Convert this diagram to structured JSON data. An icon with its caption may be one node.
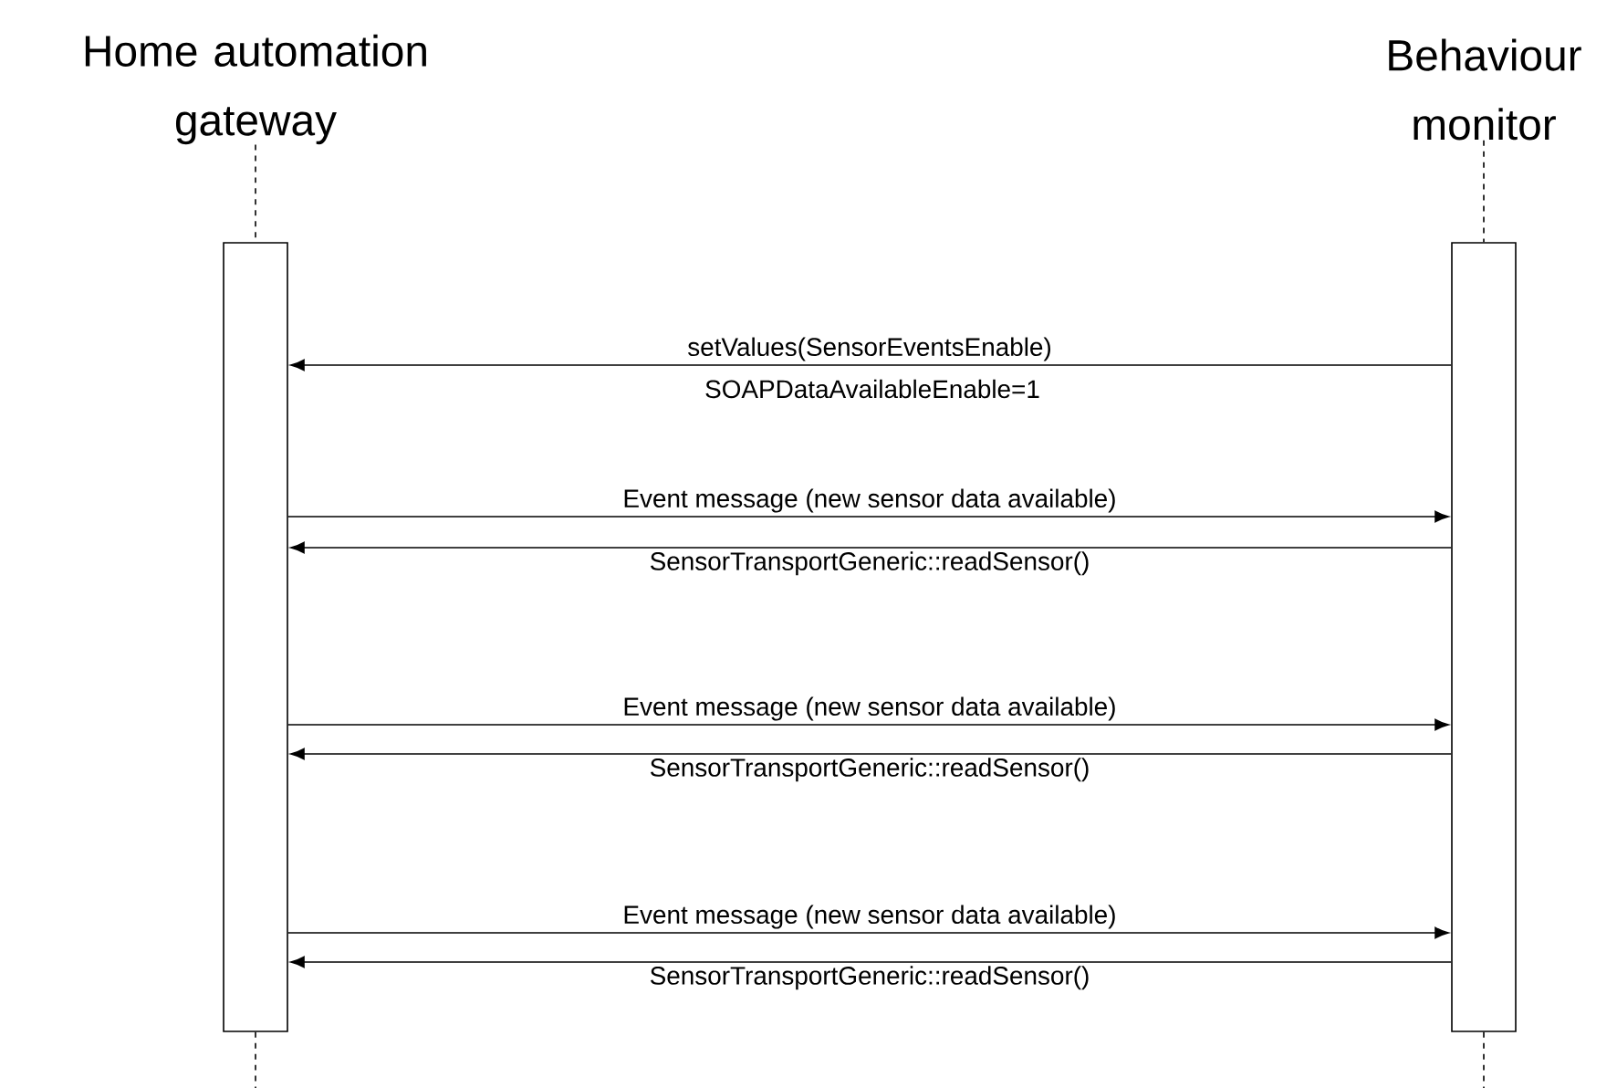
{
  "diagram": {
    "nodes": [
      {
        "text": [
          "Home automation gateway"
        ]
      },
      {
        "text": [
          "Behaviour monitor"
        ]
      },
      {
        "text": [],
        "shape": "bar"
      },
      {
        "text": [],
        "shape": "bar"
      }
    ],
    "edges": [
      {
        "from": 0,
        "to": 2,
        "arrow": "none",
        "style": "dashed"
      },
      {
        "from": 1,
        "to": 3,
        "arrow": "none",
        "style": "dashed"
      },
      {
        "from": 3,
        "to": 2,
        "arrow": "to",
        "label": "setValues(SensorEventsEnable)"
      },
      {
        "from": 2,
        "to": 3,
        "arrow": "to",
        "label": "Event message (new sensor data available)"
      },
      {
        "from": 3,
        "to": 2,
        "arrow": "to",
        "label": "SensorTransportGeneric::readSensor()"
      },
      {
        "from": 2,
        "to": 3,
        "arrow": "to",
        "label": "Event message (new sensor data available)"
      },
      {
        "from": 3,
        "to": 2,
        "arrow": "to",
        "label": "SensorTransportGeneric::readSensor()"
      },
      {
        "from": 2,
        "to": 3,
        "arrow": "to",
        "label": "Event message (new sensor data available)"
      },
      {
        "from": 3,
        "to": 2,
        "arrow": "to",
        "label": "SensorTransportGeneric::readSensor()"
      }
    ],
    "labels": [
      "SOAPDataAvailableEnable=1"
    ]
  }
}
